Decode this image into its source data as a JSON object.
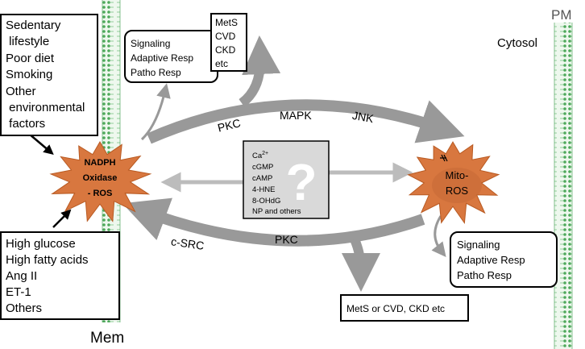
{
  "labels": {
    "membrane": "Mem",
    "plasma_membrane": "PM",
    "cytosol": "Cytosol"
  },
  "risk_factors_top": [
    "Sedentary",
    " lifestyle",
    "Poor diet",
    "Smoking",
    "Other",
    " environmental",
    " factors"
  ],
  "risk_factors_bottom": [
    "High glucose",
    "High fatty acids",
    "Ang II",
    "ET-1",
    "Others"
  ],
  "nadph": [
    "NADPH",
    "Oxidase",
    "- ROS"
  ],
  "mito": [
    "Mito-",
    "ROS"
  ],
  "signaling_top": [
    "Signaling",
    "Adaptive Resp",
    "Patho Resp"
  ],
  "signaling_right": [
    "Signaling",
    "Adaptive Resp",
    "Patho Resp"
  ],
  "disease_top": [
    "MetS",
    "CVD",
    "CKD",
    "etc"
  ],
  "disease_bottom": "MetS or CVD, CKD etc",
  "mediators": [
    "Ca",
    "cGMP",
    "cAMP",
    "4-HNE",
    "8-OHdG",
    "NP and others"
  ],
  "mediators_ca_sup": "2+",
  "question_mark": "?",
  "kinases_top": {
    "pkc": "PKC",
    "mapk": "MAPK",
    "jnk": "JNK"
  },
  "kinases_bottom": {
    "csrc": "c-SRC",
    "pkc": "PKC"
  },
  "colors": {
    "burst_fill": "#d8773f",
    "burst_stroke": "#b85a22",
    "arrow_gray": "#999999",
    "light_arrow": "#bcbcbc",
    "membrane_green": "#3a9a4a",
    "membrane_bg": "#eaf6ea",
    "mediator_box": "#d9d9d9"
  }
}
